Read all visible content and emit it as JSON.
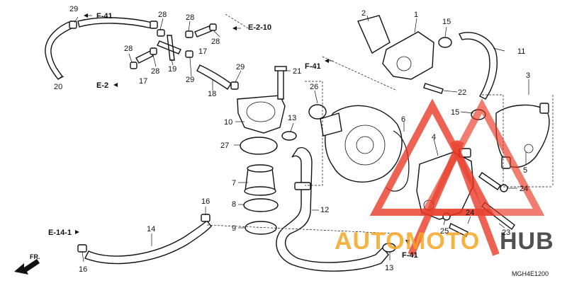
{
  "callouts": {
    "c1": "1",
    "c2": "2",
    "c4": "4",
    "c5": "5",
    "c6": "6",
    "c7": "7",
    "c8": "8",
    "c9": "9",
    "c10": "10",
    "c11": "11",
    "c12": "12",
    "c13a": "13",
    "c13b": "13",
    "c14": "14",
    "c15a": "15",
    "c15b": "15",
    "c16a": "16",
    "c16b": "16",
    "c17a": "17",
    "c17b": "17",
    "c18": "18",
    "c19": "19",
    "c20": "20",
    "c21": "21",
    "c22": "22",
    "c23": "23",
    "c24a": "24",
    "c24b": "24",
    "c25": "25",
    "c26": "26",
    "c27": "27",
    "c28a": "28",
    "c28b": "28",
    "c28c": "28",
    "c28d": "28",
    "c28e": "28",
    "c29a": "29",
    "c29b": "29",
    "c29c": "29",
    "c3": "3"
  },
  "refs": {
    "f41_top": "F-41",
    "e2_10": "E-2-10",
    "f41_mid": "F-41",
    "e2": "E-2",
    "e14_1": "E-14-1",
    "f41_bottom": "F-41",
    "fr": "FR."
  },
  "watermark": {
    "brand_a": "AUTO",
    "brand_b": "MOTO",
    "brand_c": "HUB",
    "color_red": "#e8321e",
    "color_orange": "#f5a623",
    "color_dark": "#333333"
  },
  "diagram_code": "MGH4E1200"
}
